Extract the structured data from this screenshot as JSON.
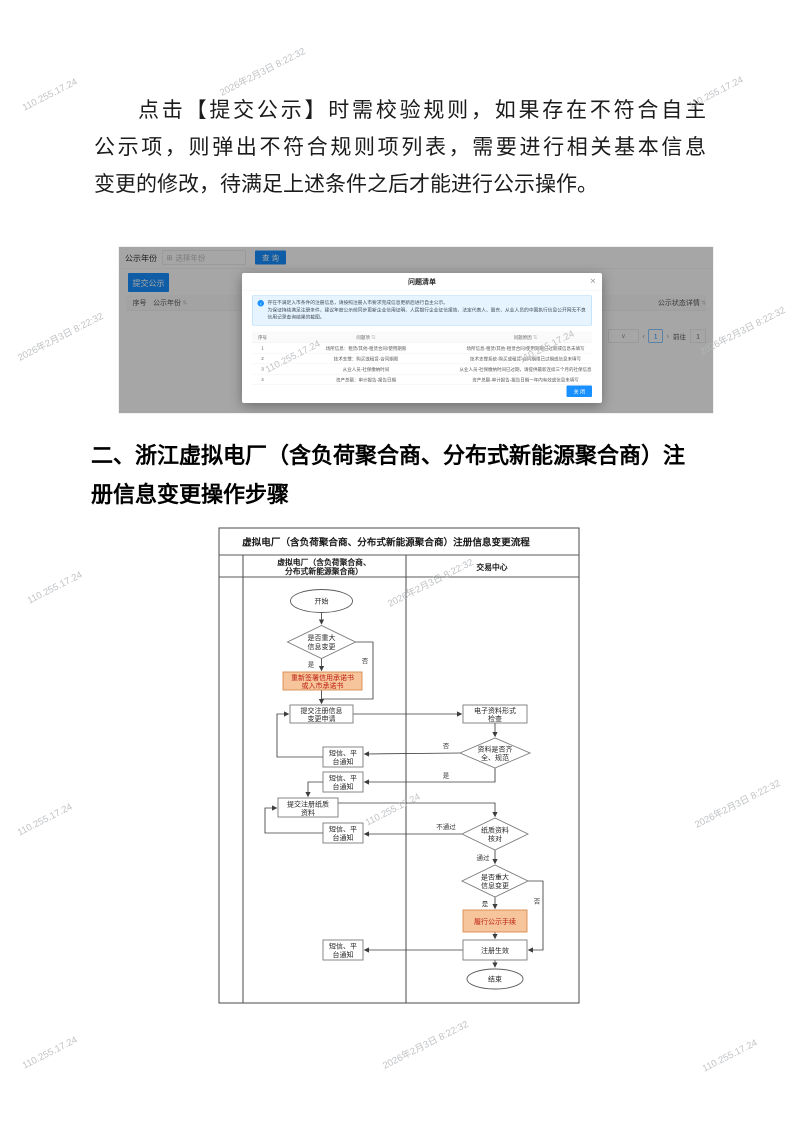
{
  "document": {
    "paragraph_lines": [
      "点击【提交公示】时需校验规则，如果存在不符合自主",
      "公示项，则弹出不符合规则项列表，需要进行相关基本信息",
      "变更的修改，待满足上述条件之后才能进行公示操作。"
    ],
    "section_heading": "二、浙江虚拟电厂（含负荷聚合商、分布式新能源聚合商）注册信息变更操作步骤"
  },
  "watermarks": {
    "ip": "110.255.17.24",
    "datetime": "2026年2月3日 8:22:32"
  },
  "screenshot": {
    "toolbar": {
      "year_label": "公示年份",
      "calendar_icon": "⊞",
      "year_placeholder": "选择年份",
      "search_button": "查 询"
    },
    "submit_button": "提交公示",
    "sort_icon": "⇅",
    "columns": {
      "index": "序号",
      "year": "公示年份",
      "status_detail": "公示状态详情"
    },
    "pagination": {
      "size_caret": "∨",
      "prev": "‹",
      "page": "1",
      "next": "›",
      "goto_label": "前往",
      "goto_value": "1"
    },
    "modal": {
      "title": "问题清单",
      "close_icon": "✕",
      "info_icon": "i",
      "alert_line1": "存在不满足入市条件的注册信息，请按照注册入市要求完成信息更新后进行自主公示。",
      "alert_line2": "为保证持续满足注册条件，建议年度公示前同步更新企业信用证明、人民银行企业征信报告、法定代表人、股东、从业人员的中国执行信息公开网无不良信用记录查询结果的截图。",
      "table": {
        "headers": {
          "index": "序号",
          "item": "问题项",
          "reason": "问题原因"
        },
        "rows": [
          {
            "index": "1",
            "item": "场所信息：租赁/其他-租赁合同/使用期限",
            "reason": "场所信息-租赁/其他-租赁合同/使用期限已过期或信息未填写"
          },
          {
            "index": "2",
            "item": "技术支撑：购买或租赁-合同期限",
            "reason": "技术支撑系统-购买或租赁-合同期限已过期或信息未填写"
          },
          {
            "index": "3",
            "item": "从业人员-社保缴纳时间",
            "reason": "从业人员-社保缴纳时间已过期，请提供最新连续三个月的社保信息"
          },
          {
            "index": "4",
            "item": "资产总额：审计报告-报告日期",
            "reason": "资产总额-审计报告-报告日期一年内有效或信息未填写"
          }
        ]
      },
      "close_button": "关 闭"
    }
  },
  "flowchart": {
    "title": "虚拟电厂（含负荷聚合商、分布式新能源聚合商）注册信息变更流程",
    "lane1": [
      "虚拟电厂（含负荷聚合商、",
      "分布式新能源聚合商）"
    ],
    "lane2": "交易中心",
    "start": "开始",
    "end": "结束",
    "d_major1": [
      "是否重大",
      "信息变更"
    ],
    "sign": [
      "重新签署信用承诺书",
      "或入市承诺书"
    ],
    "submit_change": [
      "提交注册信息",
      "变更申请"
    ],
    "e_check": [
      "电子资料形式",
      "检查"
    ],
    "d_complete": [
      "资料是否齐",
      "全、规范"
    ],
    "notify": [
      "短信、平",
      "台通知"
    ],
    "paper": [
      "提交注册纸质",
      "资料"
    ],
    "d_paper": [
      "纸质资料",
      "核对"
    ],
    "d_major2": [
      "是否重大",
      "信息变更"
    ],
    "publicity": "履行公示手续",
    "effective": "注册生效",
    "label_yes": "是",
    "label_no": "否",
    "label_pass": "通过",
    "label_fail": "不通过"
  }
}
